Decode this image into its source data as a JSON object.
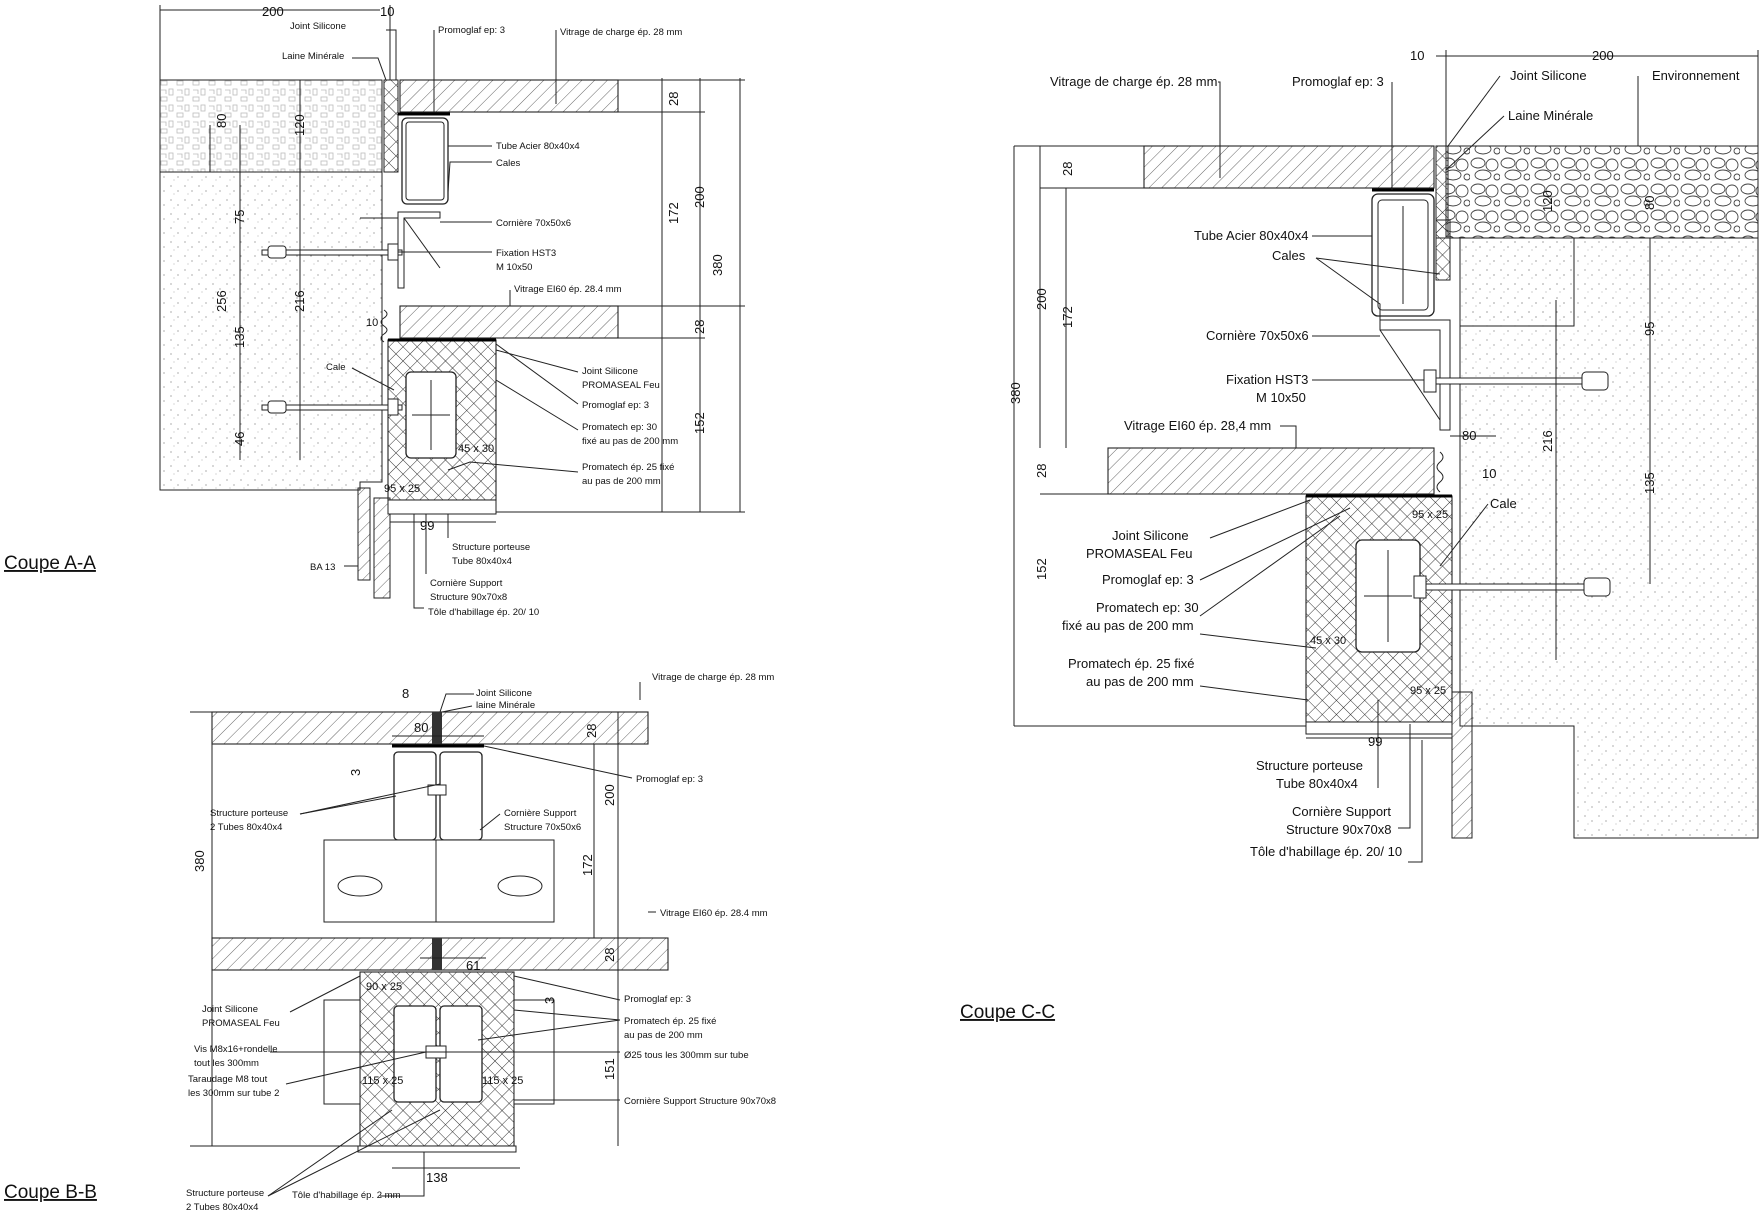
{
  "sectionA": {
    "title": "Coupe A-A",
    "labels": {
      "joint_silicone": "Joint Silicone",
      "laine": "Laine Minérale",
      "promoglaf": "Promoglaf ep: 3",
      "vitrage_charge": "Vitrage de charge ép. 28 mm",
      "tube": "Tube Acier 80x40x4",
      "cales": "Cales",
      "corniere": "Cornière 70x50x6",
      "fixation1": "Fixation HST3",
      "fixation2": "M 10x50",
      "vitrage_ei60": "Vitrage EI60 ép. 28.4 mm",
      "cale": "Cale",
      "joint_feu1": "Joint Silicone",
      "joint_feu2": "PROMASEAL Feu",
      "promoglaf2": "Promoglaf ep: 3",
      "promatech30a": "Promatech ep: 30",
      "promatech30b": "fixé au pas de 200 mm",
      "promatech25a": "Promatech ép. 25 fixé",
      "promatech25b": "au pas de 200 mm",
      "structure1": "Structure porteuse",
      "structure2": "Tube 80x40x4",
      "corniere_support1": "Cornière Support",
      "corniere_support2": "Structure 90x70x8",
      "tole": "Tôle d'habillage ép. 20/ 10",
      "ba13": "BA 13"
    },
    "dims": {
      "d200": "200",
      "d10": "10",
      "d120": "120",
      "d80": "80",
      "d75": "75",
      "d256": "256",
      "d216": "216",
      "d135": "135",
      "d46": "46",
      "d28a": "28",
      "d172": "172",
      "d200v": "200",
      "d380": "380",
      "d28b": "28",
      "d152": "152",
      "d10b": "10",
      "d99": "99",
      "d45x30": "45 x 30",
      "d95x25": "95 x 25"
    }
  },
  "sectionB": {
    "title": "Coupe B-B",
    "labels": {
      "joint_silicone": "Joint Silicone",
      "laine": "laine Minérale",
      "vitrage_charge": "Vitrage de charge ép. 28 mm",
      "promoglaf": "Promoglaf ep: 3",
      "structure1": "Structure porteuse",
      "structure2": "2 Tubes 80x40x4",
      "corniere_support1": "Cornière Support",
      "corniere_support2": "Structure 70x50x6",
      "vitrage_ei60": "Vitrage EI60 ép. 28.4 mm",
      "promoglaf2": "Promoglaf ep: 3",
      "joint_feu1": "Joint Silicone",
      "joint_feu2": "PROMASEAL Feu",
      "promatech25a": "Promatech ép. 25 fixé",
      "promatech25b": "au pas de 200 mm",
      "vis1": "Vis M8x16+rondelle",
      "vis2": "tout les 300mm",
      "tar1": "Taraudage M8 tout",
      "tar2": "les 300mm sur tube 2",
      "diam25": "Ø25 tous les 300mm sur tube",
      "corniere_support3": "Cornière Support Structure 90x70x8",
      "structure3": "Structure porteuse",
      "structure4": "2 Tubes 80x40x4",
      "tole": "Tôle d'habillage ép. 2 mm"
    },
    "dims": {
      "d8": "8",
      "d80": "80",
      "d3": "3",
      "d28a": "28",
      "d200": "200",
      "d380": "380",
      "d172": "172",
      "d28b": "28",
      "d61": "61",
      "d3b": "3",
      "d151": "151",
      "d138": "138",
      "d90x25": "90 x 25",
      "d115x25a": "115 x 25",
      "d115x25b": "115 x 25"
    }
  },
  "sectionC": {
    "title": "Coupe C-C",
    "labels": {
      "vitrage_charge": "Vitrage de charge ép. 28 mm",
      "promoglaf": "Promoglaf ep: 3",
      "joint_silicone": "Joint Silicone",
      "environnement": "Environnement",
      "laine": "Laine Minérale",
      "tube": "Tube Acier 80x40x4",
      "cales": "Cales",
      "corniere": "Cornière 70x50x6",
      "fixation1": "Fixation HST3",
      "fixation2": "M 10x50",
      "vitrage_ei60": "Vitrage EI60 ép. 28,4 mm",
      "cale": "Cale",
      "joint_feu1": "Joint Silicone",
      "joint_feu2": "PROMASEAL Feu",
      "promoglaf2": "Promoglaf ep: 3",
      "promatech30a": "Promatech ep: 30",
      "promatech30b": "fixé au pas de 200 mm",
      "promatech25a": "Promatech ép. 25 fixé",
      "promatech25b": "au pas de 200 mm",
      "structure1": "Structure porteuse",
      "structure2": "Tube 80x40x4",
      "corniere_support1": "Cornière Support",
      "corniere_support2": "Structure 90x70x8",
      "tole": "Tôle d'habillage ép. 20/ 10"
    },
    "dims": {
      "d10": "10",
      "d200": "200",
      "d28a": "28",
      "d200v": "200",
      "d172": "172",
      "d380": "380",
      "d28b": "28",
      "d152": "152",
      "d120": "120",
      "d80": "80",
      "d95": "95",
      "d80h": "80",
      "d10b": "10",
      "d216": "216",
      "d135": "135",
      "d99": "99",
      "d45x30": "45 x 30",
      "d95x25a": "95 x 25",
      "d95x25b": "95 x 25"
    }
  }
}
